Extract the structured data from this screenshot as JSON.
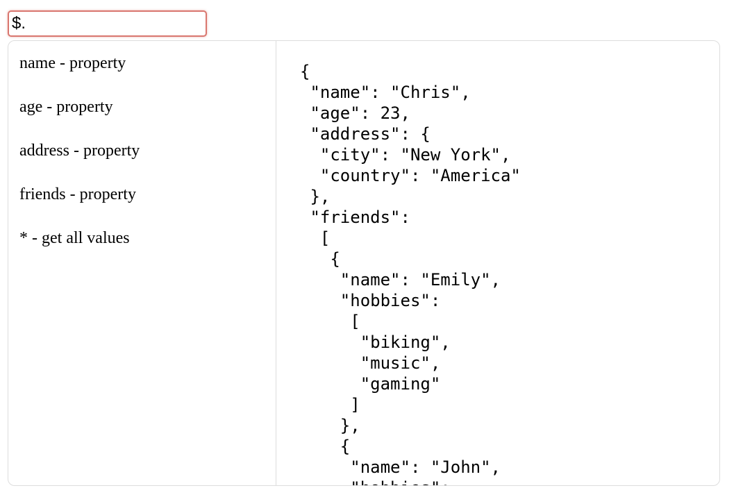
{
  "query": {
    "value": "$."
  },
  "suggestions": [
    {
      "label": "name - property"
    },
    {
      "label": "age - property"
    },
    {
      "label": "address - property"
    },
    {
      "label": "friends - property"
    },
    {
      "label": "* - get all values"
    }
  ],
  "json_preview": {
    "text": "{\n \"name\": \"Chris\",\n \"age\": 23,\n \"address\": {\n  \"city\": \"New York\",\n  \"country\": \"America\"\n },\n \"friends\":\n  [\n   {\n    \"name\": \"Emily\",\n    \"hobbies\":\n     [\n      \"biking\",\n      \"music\",\n      \"gaming\"\n     ]\n    },\n    {\n     \"name\": \"John\",\n     \"hobbies\":"
  },
  "colors": {
    "input_border": "#d9776f",
    "panel_border": "#dddddd"
  }
}
